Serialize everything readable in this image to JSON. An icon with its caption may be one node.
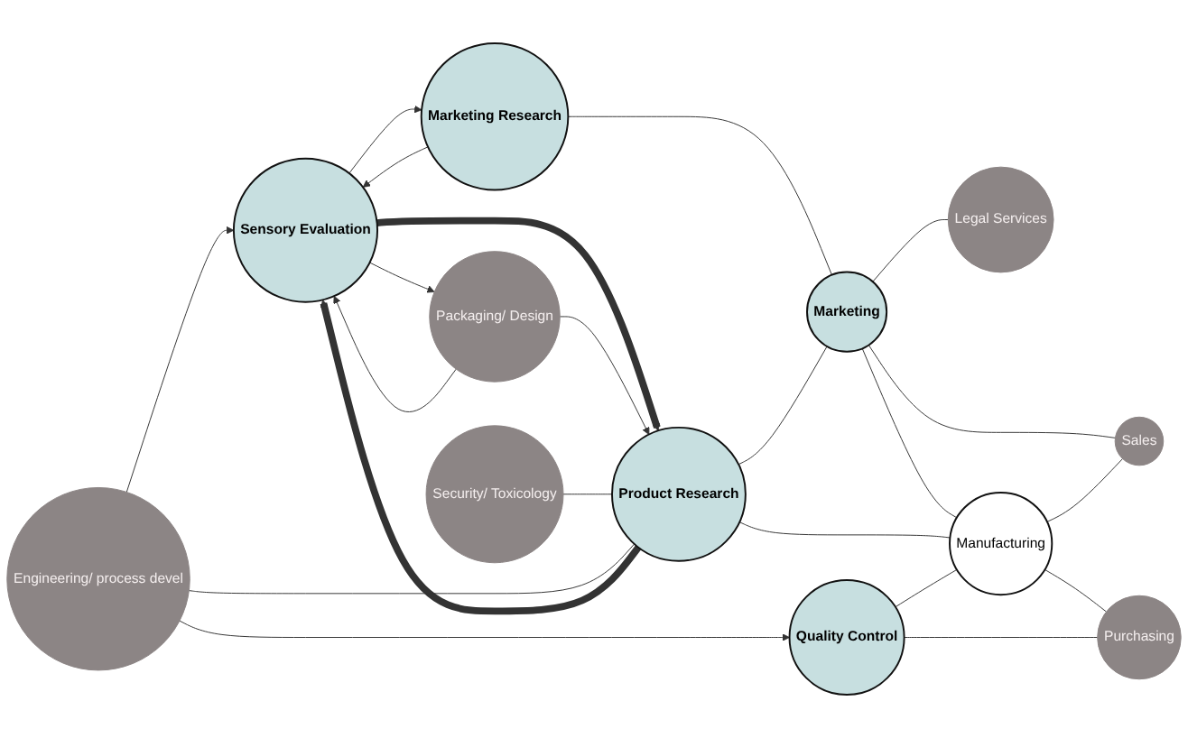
{
  "diagram": {
    "nodes": [
      {
        "text": [
          "Sensory Evaluation"
        ]
      },
      {
        "text": [
          "Marketing Research"
        ]
      },
      {
        "text": [
          "Marketing"
        ]
      },
      {
        "text": [
          "Legal Services"
        ]
      },
      {
        "text": [
          "Packaging/ Design"
        ]
      },
      {
        "text": [
          "Product Research"
        ]
      },
      {
        "text": [
          "Sales"
        ]
      },
      {
        "text": [
          "Manufacturing"
        ]
      },
      {
        "text": [
          "Security/ Toxicology"
        ]
      },
      {
        "text": [
          "Engineering/ process devel"
        ]
      },
      {
        "text": [
          "Quality Control"
        ]
      },
      {
        "text": [
          "Purchasing"
        ]
      }
    ],
    "edges": [
      {
        "from": 0,
        "to": 1,
        "arrow": "to"
      },
      {
        "from": 1,
        "to": 0,
        "arrow": "to"
      },
      {
        "from": 4,
        "to": 0,
        "arrow": "to"
      },
      {
        "from": 0,
        "to": 4,
        "arrow": "to"
      },
      {
        "from": 5,
        "to": 0,
        "arrow": "to",
        "style": "thick"
      },
      {
        "from": 0,
        "to": 5,
        "arrow": "to",
        "style": "thick"
      },
      {
        "from": 4,
        "to": 5,
        "arrow": "to"
      },
      {
        "from": 9,
        "to": 0,
        "arrow": "to"
      },
      {
        "from": 9,
        "to": 10,
        "arrow": "to"
      },
      {
        "from": 1,
        "to": 2,
        "arrow": "none"
      },
      {
        "from": 2,
        "to": 3,
        "arrow": "none"
      },
      {
        "from": 5,
        "to": 2,
        "arrow": "none"
      },
      {
        "from": 2,
        "to": 7,
        "arrow": "none"
      },
      {
        "from": 2,
        "to": 6,
        "arrow": "none"
      },
      {
        "from": 5,
        "to": 7,
        "arrow": "none"
      },
      {
        "from": 7,
        "to": 6,
        "arrow": "none"
      },
      {
        "from": 7,
        "to": 11,
        "arrow": "none"
      },
      {
        "from": 10,
        "to": 7,
        "arrow": "none"
      },
      {
        "from": 10,
        "to": 11,
        "arrow": "none"
      },
      {
        "from": 8,
        "to": 5,
        "arrow": "none"
      },
      {
        "from": 9,
        "to": 5,
        "arrow": "none"
      }
    ]
  }
}
